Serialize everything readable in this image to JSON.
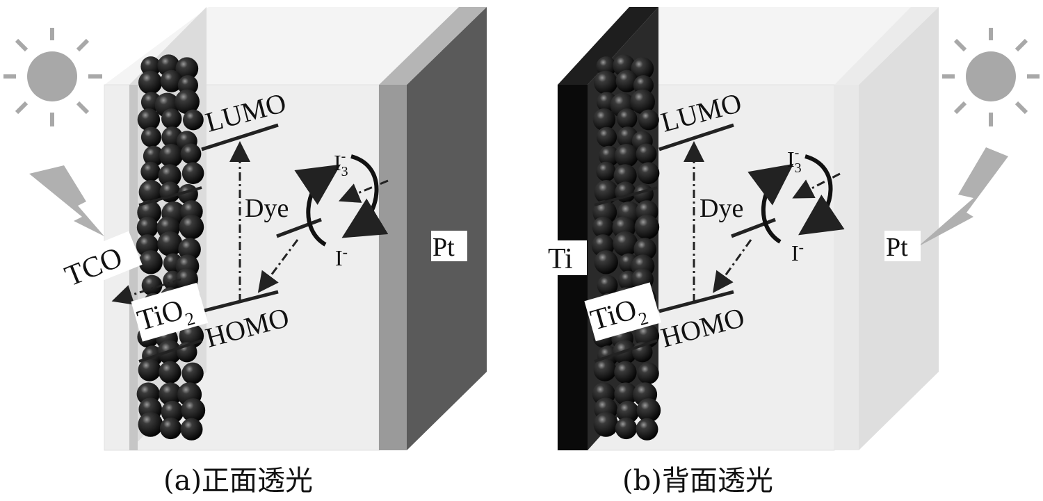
{
  "panel_a": {
    "caption": "(a)正面透光",
    "labels": {
      "tco": "TCO",
      "tio2": "TiO",
      "tio2_sub": "2",
      "lumo": "LUMO",
      "homo": "HOMO",
      "dye": "Dye",
      "i3": "I",
      "i3_sub": "3",
      "i3_sup": "-",
      "iminus": "I",
      "iminus_sup": "-",
      "pt": "Pt"
    }
  },
  "panel_b": {
    "caption": "(b)背面透光",
    "labels": {
      "ti": "Ti",
      "tio2": "TiO",
      "tio2_sub": "2",
      "lumo": "LUMO",
      "homo": "HOMO",
      "dye": "Dye",
      "i3": "I",
      "i3_sub": "3",
      "i3_sup": "-",
      "iminus": "I",
      "iminus_sup": "-",
      "pt": "Pt"
    }
  },
  "colors": {
    "cell_face": "#f0f0f0",
    "cell_side": "#e2e2e2",
    "particle": "#222222",
    "pt_plate": "#8a8a8a",
    "ti_plate": "#0a0a0a",
    "sun": "#a8a8a8"
  },
  "icons": [
    "sun-icon",
    "lightning-icon"
  ]
}
